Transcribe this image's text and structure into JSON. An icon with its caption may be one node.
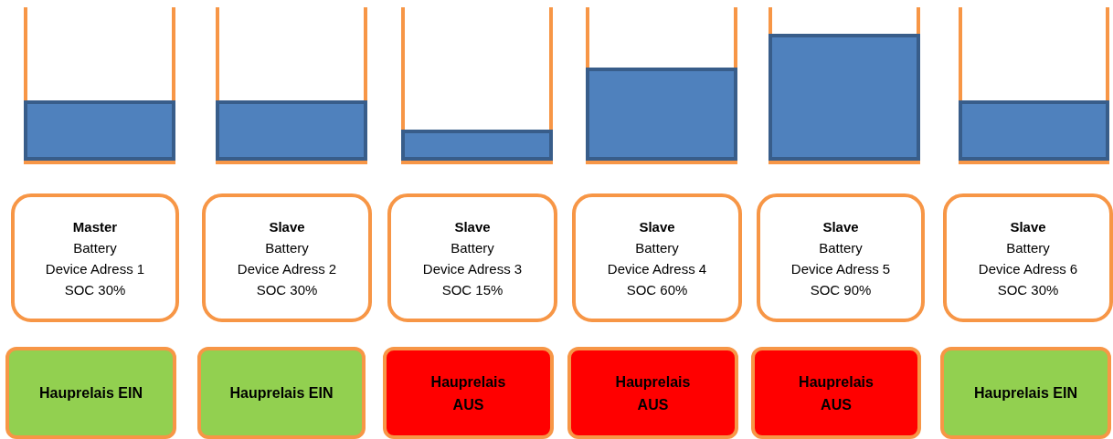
{
  "diagram": {
    "nodes": [
      {
        "text": [],
        "shape": "bar"
      },
      {
        "text": [],
        "shape": "bar"
      },
      {
        "text": [],
        "shape": "bar"
      },
      {
        "text": [],
        "shape": "bar"
      },
      {
        "text": [],
        "shape": "bar"
      },
      {
        "text": [],
        "shape": "bar"
      },
      {
        "text": [
          "Master",
          "Battery",
          "Device Adress 1",
          "SOC 30%"
        ]
      },
      {
        "text": [
          "Slave",
          "Battery",
          "Device Adress 2",
          "SOC 30%"
        ]
      },
      {
        "text": [
          "Slave",
          "Battery",
          "Device Adress 3",
          "SOC 15%"
        ]
      },
      {
        "text": [
          "Slave",
          "Battery",
          "Device Adress 4",
          "SOC 60%"
        ]
      },
      {
        "text": [
          "Slave",
          "Battery",
          "Device Adress 5",
          "SOC 90%"
        ]
      },
      {
        "text": [
          "Slave",
          "Battery",
          "Device Adress 6",
          "SOC 30%"
        ]
      },
      {
        "text": [
          "Hauprelais EIN"
        ]
      },
      {
        "text": [
          "Hauprelais EIN"
        ]
      },
      {
        "text": [
          "Hauprelais AUS"
        ]
      },
      {
        "text": [
          "Hauprelais AUS"
        ]
      },
      {
        "text": [
          "Hauprelais AUS"
        ]
      },
      {
        "text": [
          "Hauprelais EIN"
        ]
      }
    ]
  }
}
